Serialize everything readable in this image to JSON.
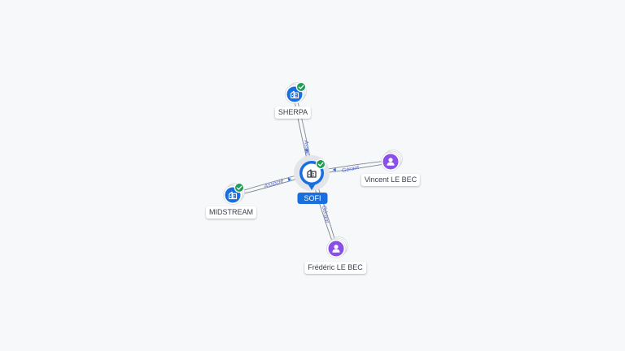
{
  "colors": {
    "company": "#1a6fe0",
    "person": "#8a4fe8",
    "check": "#1f9d55",
    "edge": "#7d8590",
    "edge_label": "#5b6bd6"
  },
  "center": {
    "name": "SOFI",
    "icon": "building-icon",
    "verified": true
  },
  "nodes": [
    {
      "id": "sherpa",
      "label": "SHERPA",
      "type": "company",
      "icon": "building-icon",
      "verified": true
    },
    {
      "id": "midstream",
      "label": "MIDSTREAM",
      "type": "company",
      "icon": "building-icon",
      "verified": true
    },
    {
      "id": "vincent",
      "label": "Vincent LE BEC",
      "type": "person",
      "icon": "person-icon",
      "verified": false
    },
    {
      "id": "frederic",
      "label": "Frédéric LE BEC",
      "type": "person",
      "icon": "person-icon",
      "verified": false
    }
  ],
  "edges": [
    {
      "node": "sherpa",
      "label": "Associé"
    },
    {
      "node": "midstream",
      "label": "Associé"
    },
    {
      "node": "vincent",
      "label": "Gérant"
    },
    {
      "node": "frederic",
      "label": "Gérant"
    }
  ]
}
